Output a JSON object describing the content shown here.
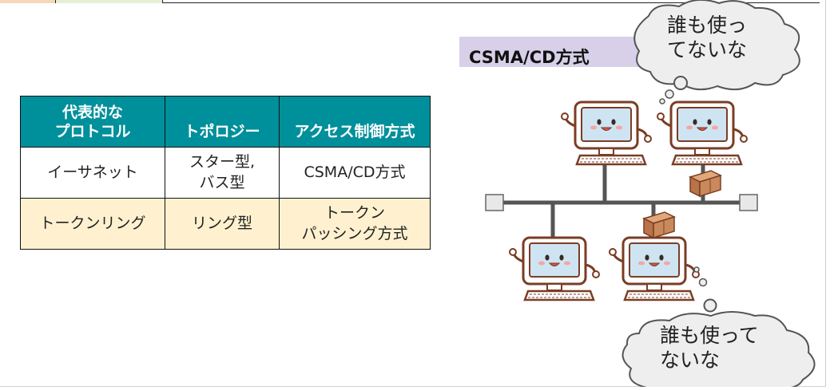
{
  "table": {
    "headers": [
      "代表的な\nプロトコル",
      "トポロジー",
      "アクセス制御方式"
    ],
    "rows": [
      {
        "protocol": "イーサネット",
        "topology": "スター型,\nバス型",
        "access": "CSMA/CD方式"
      },
      {
        "protocol": "トークンリング",
        "topology": "リング型",
        "access": "トークン\nパッシング方式"
      }
    ]
  },
  "diagram": {
    "title": "CSMA/CD方式",
    "bubble_top": "誰も使っ\nてないな",
    "bubble_bottom": "誰も使って\nないな"
  },
  "colors": {
    "header_bg": "#00909b",
    "token_row_bg": "#fff1cf",
    "title_bg": "#d8d0e8",
    "bus": "#555555",
    "screen": "#cfe4f2",
    "frame": "#ffffff",
    "outline": "#7a3d24",
    "package": "#c9895a"
  }
}
